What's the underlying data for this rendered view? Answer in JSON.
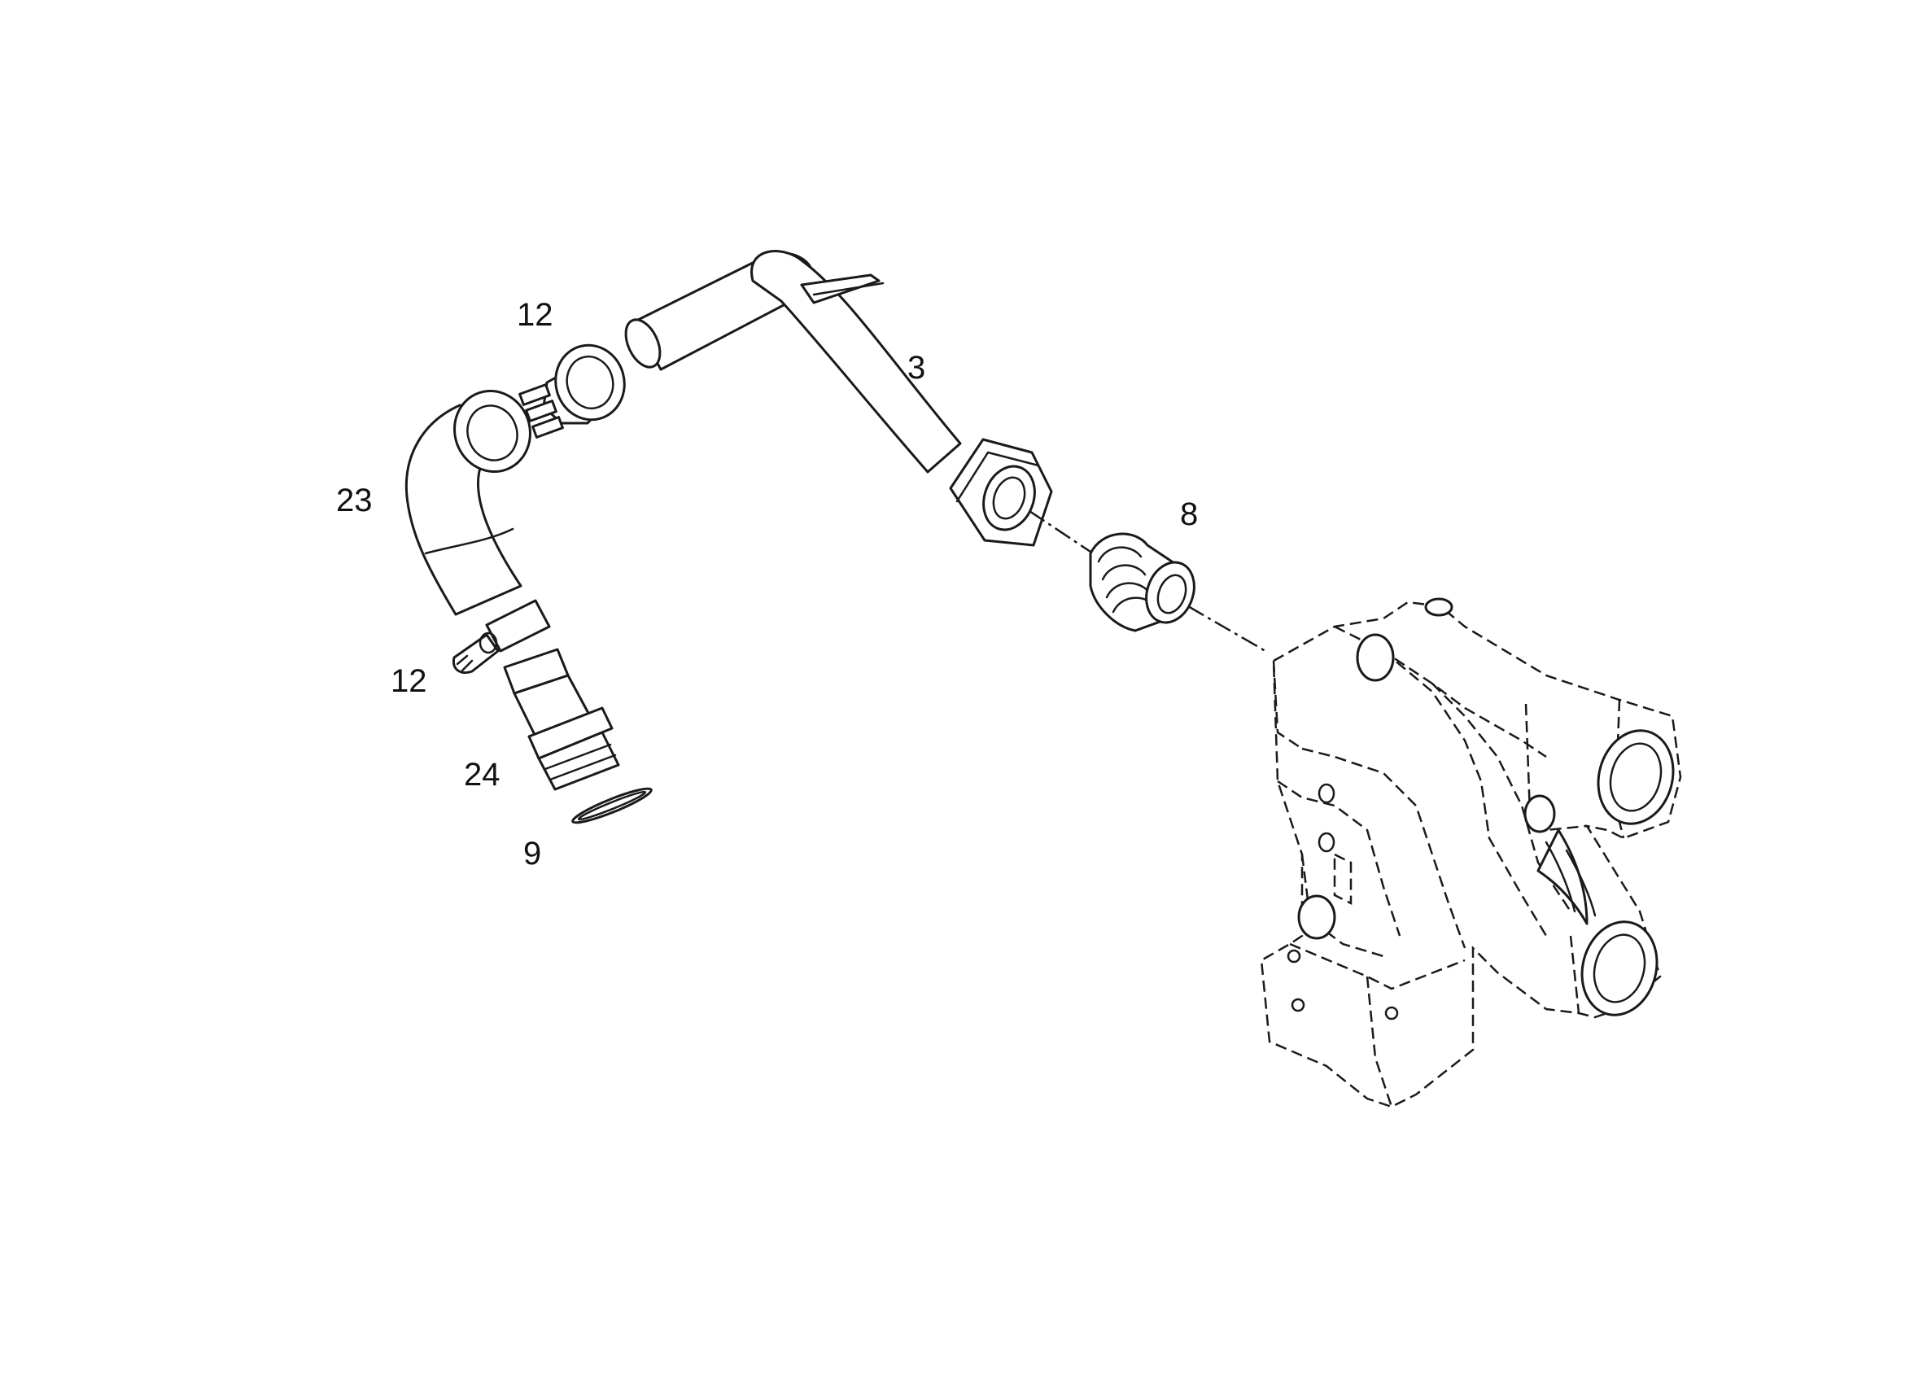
{
  "diagram": {
    "callouts": {
      "part_12_top": "12",
      "part_3": "3",
      "part_23": "23",
      "part_8": "8",
      "part_12_bottom": "12",
      "part_24": "24",
      "part_9": "9"
    },
    "line_color": "#1a1a1a",
    "background": "#ffffff"
  }
}
